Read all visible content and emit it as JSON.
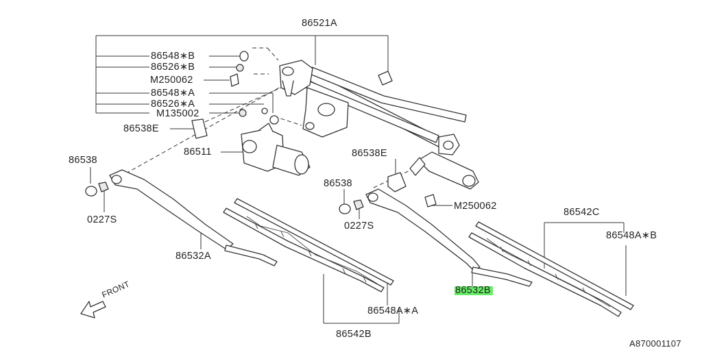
{
  "labels": {
    "p86521A": "86521A",
    "p86548B_top": "86548∗B",
    "p86526B": "86526∗B",
    "pM250062_left": "M250062",
    "p86548A_top": "86548∗A",
    "p86526A": "86526∗A",
    "pM135002": "M135002",
    "p86538E_left": "86538E",
    "p86511": "86511",
    "p86538_left": "86538",
    "p0227S_left": "0227S",
    "p86532A": "86532A",
    "p86538E_right": "86538E",
    "p86538_mid": "86538",
    "p0227S_mid": "0227S",
    "pM250062_right": "M250062",
    "p86542C": "86542C",
    "p86548AB": "86548A∗B",
    "p86532B_num": "86532",
    "p86532B_suffix": "B",
    "p86548AA": "86548A∗A",
    "p86542B": "86542B",
    "front": "FRONT",
    "ref_code": "A870001107"
  },
  "highlight_color": "#66ee66"
}
